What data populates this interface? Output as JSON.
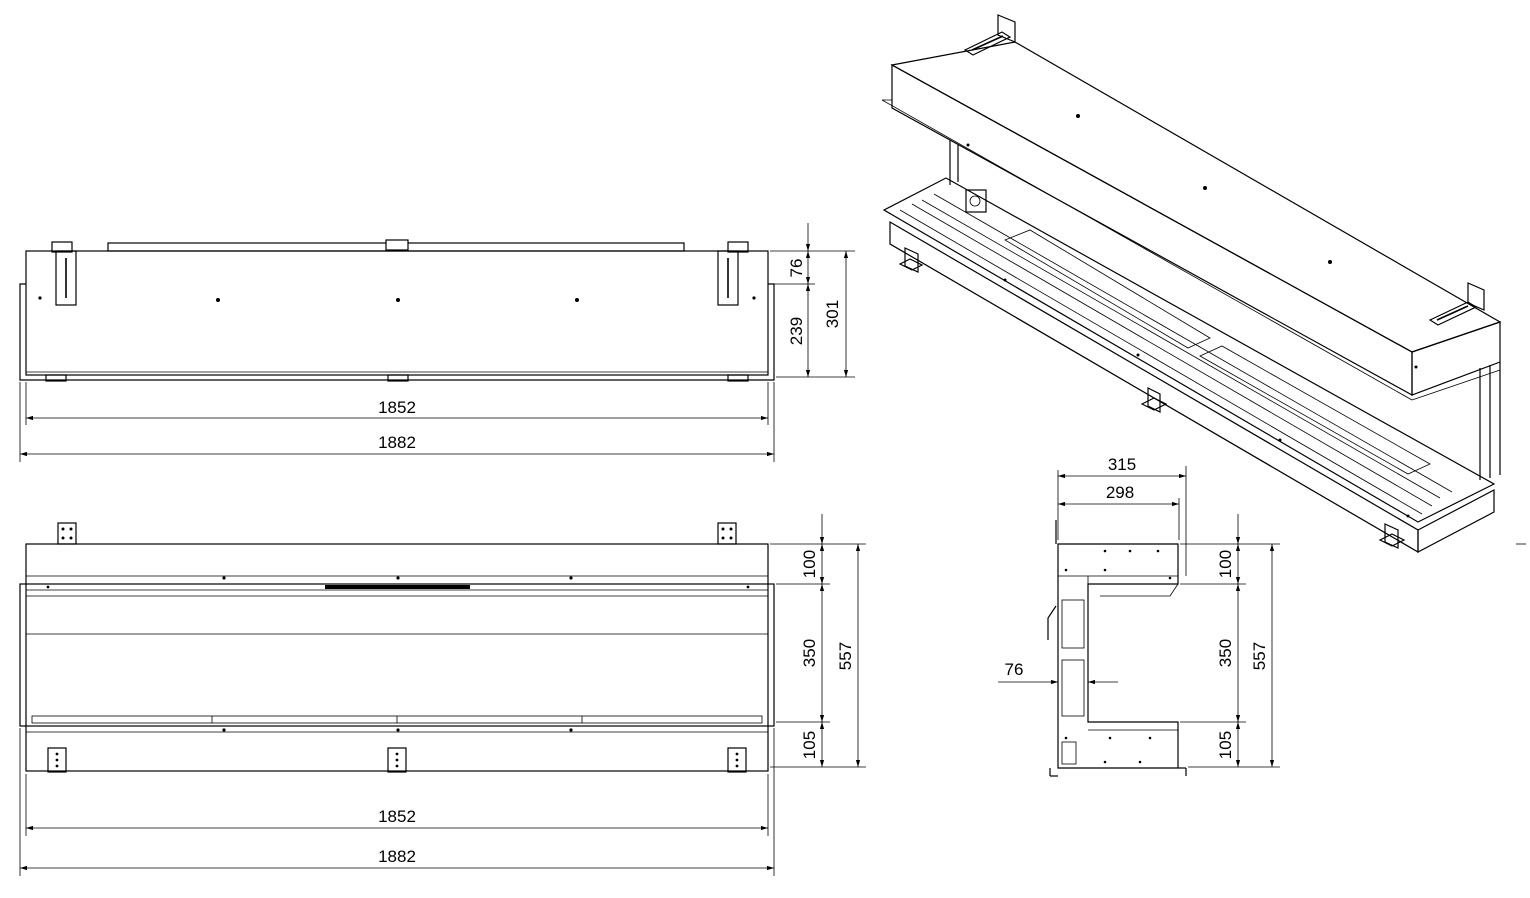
{
  "top_view": {
    "dims": {
      "width_inner": "1852",
      "width_outer": "1882",
      "depth_a": "76",
      "depth_b": "239",
      "depth_total": "301"
    }
  },
  "front_view": {
    "dims": {
      "top": "100",
      "opening": "350",
      "bottom": "105",
      "height_total": "557",
      "width_inner": "1852",
      "width_outer": "1882"
    }
  },
  "side_view": {
    "dims": {
      "depth_outer": "315",
      "depth_inner": "298",
      "glass_offset": "76",
      "top": "100",
      "opening": "350",
      "bottom": "105",
      "height_total": "557"
    }
  }
}
